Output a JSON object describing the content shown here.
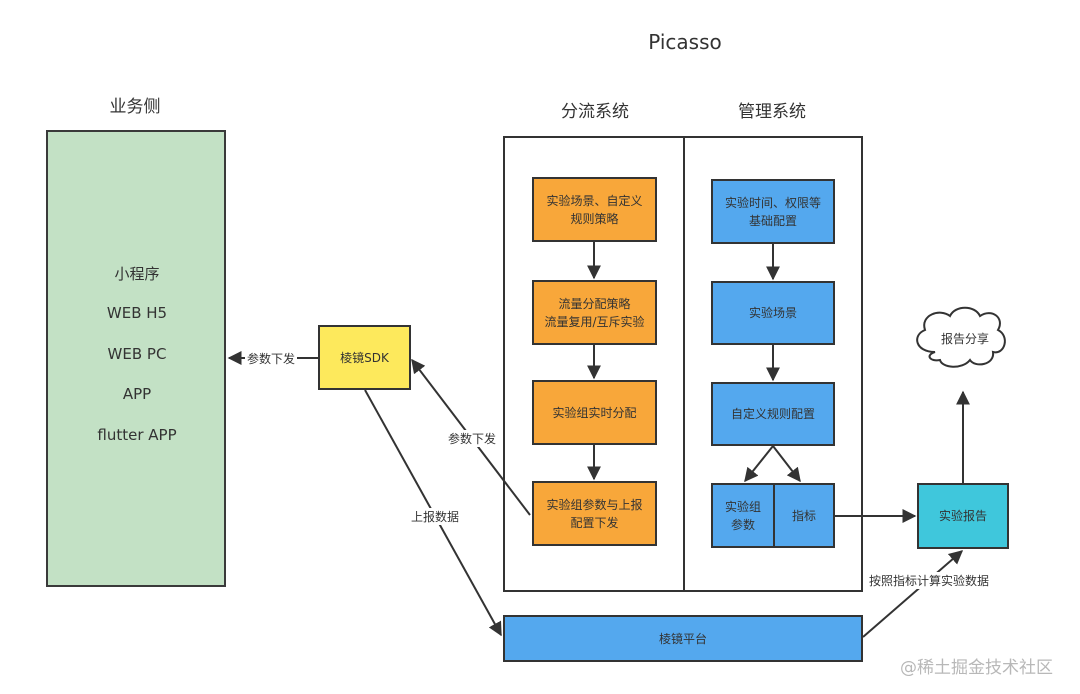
{
  "title": "Picasso",
  "business_side": {
    "heading": "业务侧",
    "items": [
      "小程序",
      "WEB H5",
      "WEB PC",
      "APP",
      "flutter APP"
    ]
  },
  "sdk": {
    "label": "棱镜SDK"
  },
  "traffic_system": {
    "heading": "分流系统",
    "steps": [
      "实验场景、自定义\n规则策略",
      "流量分配策略\n流量复用/互斥实验",
      "实验组实时分配",
      "实验组参数与上报\n配置下发"
    ]
  },
  "management_system": {
    "heading": "管理系统",
    "steps": [
      "实验时间、权限等\n基础配置",
      "实验场景",
      "自定义规则配置"
    ],
    "split": [
      "实验组\n参数",
      "指标"
    ]
  },
  "report": {
    "label": "实验报告",
    "share": "报告分享"
  },
  "platform": {
    "label": "棱镜平台"
  },
  "edge_labels": {
    "sdk_to_business": "参数下发",
    "traffic_to_sdk": "参数下发",
    "sdk_to_platform": "上报数据",
    "platform_to_report": "按照指标计算实验数据"
  },
  "colors": {
    "business": "#c3e1c5",
    "traffic": "#f8a73a",
    "management": "#54a8ee",
    "sdk": "#fde95c",
    "report": "#3fc7dc",
    "platform": "#54a8ee"
  },
  "watermark": "@稀土掘金技术社区"
}
